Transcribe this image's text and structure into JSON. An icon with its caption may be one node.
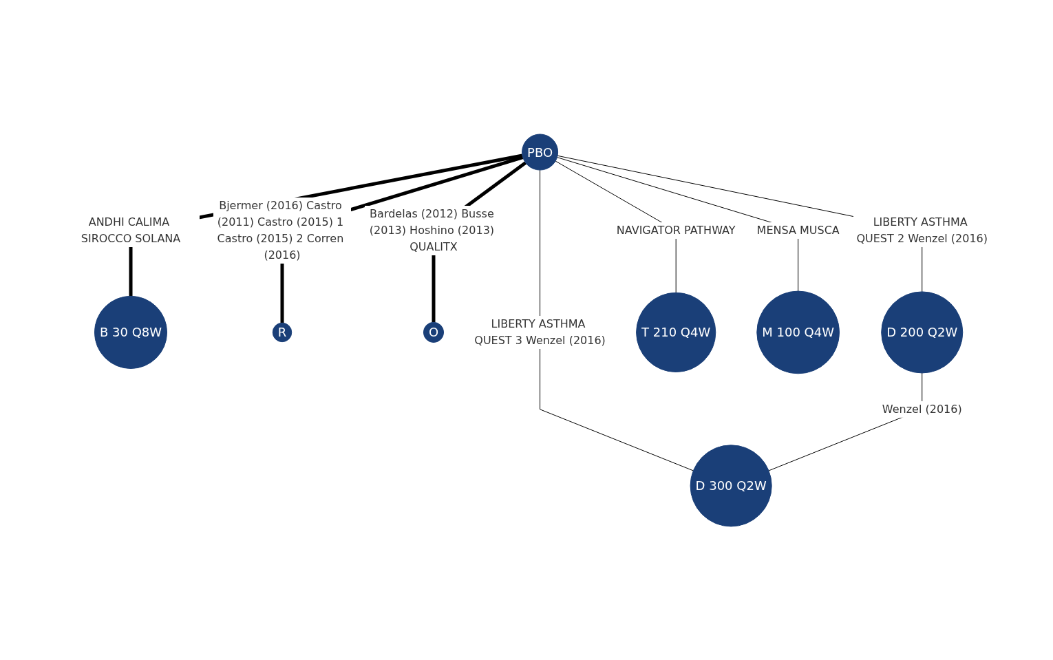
{
  "diagram": {
    "nodes": [
      {
        "text": [
          "B 30 Q8W"
        ]
      },
      {
        "text": [
          "R"
        ]
      },
      {
        "text": [
          "O"
        ]
      },
      {
        "text": [
          "PBO"
        ]
      },
      {
        "text": [
          "D 200 Q2W"
        ]
      },
      {
        "text": [
          "D 300 Q2W"
        ]
      },
      {
        "text": [
          "T 210 Q4W"
        ]
      },
      {
        "text": [
          "M 100 Q4W"
        ]
      }
    ],
    "edges": [
      {
        "from": 3,
        "to": 0,
        "arrow": "none",
        "style": "thick",
        "label": "ANDHI CALIMA SIROCCO SOLANA"
      },
      {
        "from": 3,
        "to": 1,
        "arrow": "none",
        "style": "thick",
        "label": "Bjermer (2016) Castro (2011) Castro (2015) 1 Castro (2015) 2 Corren (2016)"
      },
      {
        "from": 3,
        "to": 2,
        "arrow": "none",
        "style": "thick",
        "label": "Bardelas (2012) Busse (2013) Hoshino (2013) QUALITX"
      },
      {
        "from": 3,
        "to": 4,
        "arrow": "none",
        "label": "LIBERTY ASTHMA QUEST 2 Wenzel (2016)"
      },
      {
        "from": 3,
        "to": 5,
        "arrow": "none",
        "label": "LIBERTY ASTHMA QUEST 3 Wenzel (2016)"
      },
      {
        "from": 4,
        "to": 5,
        "arrow": "none",
        "label": "Wenzel (2016)"
      },
      {
        "from": 3,
        "to": 6,
        "arrow": "none",
        "label": "NAVIGATOR PATHWAY"
      },
      {
        "from": 3,
        "to": 7,
        "arrow": "none",
        "label": "MENSA MUSCA"
      }
    ]
  }
}
